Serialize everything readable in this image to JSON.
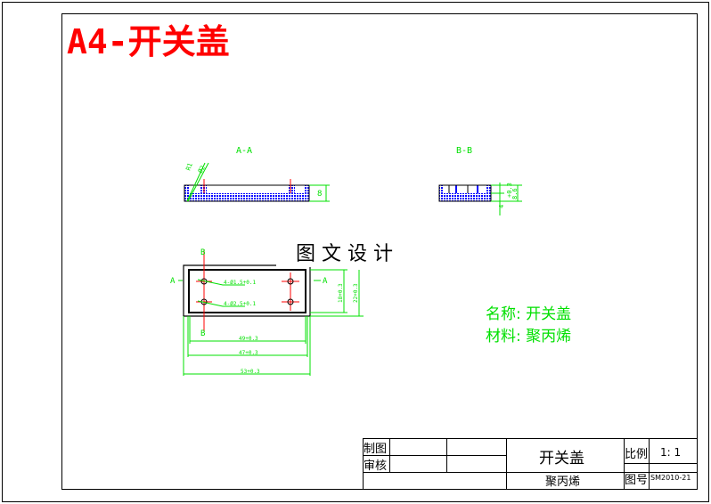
{
  "title": "A4-开关盖",
  "colors": {
    "title": "#ff0000",
    "dimension": "#00e000",
    "hatch": "#0000ff",
    "centerline": "#ff0000"
  },
  "views": {
    "section_a": {
      "label": "A-A",
      "dims": [
        "8",
        "R1",
        "Ø2"
      ]
    },
    "section_b": {
      "label": "B-B",
      "dims": [
        "4",
        "+0.3",
        "8.6"
      ]
    },
    "plan": {
      "cut_a_left": "A",
      "cut_a_right": "A",
      "cut_b_top": "B",
      "cut_b_bottom": "B",
      "hole_note_1": "4-Ø1.5+0.1",
      "hole_note_2": "4-Ø2.5+0.1",
      "dim_49": "49+0.3",
      "dim_47": "47+0.3",
      "dim_53": "53+0.3",
      "dim_18": "18+0.3",
      "dim_22": "22+0.3"
    }
  },
  "watermark": "图 文 设 计",
  "notes": {
    "name": "名称: 开关盖",
    "material": "材料: 聚丙烯"
  },
  "title_block": {
    "drawn_by": "制图",
    "checked_by": "审核",
    "part_name": "开关盖",
    "material": "聚丙烯",
    "scale_label": "比例",
    "scale": "1: 1",
    "drawing_no_label": "图号",
    "drawing_no": "SM2010-21"
  }
}
